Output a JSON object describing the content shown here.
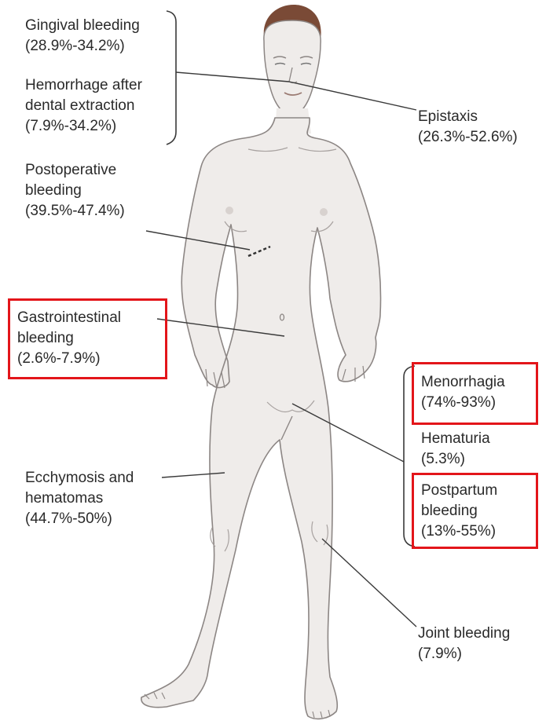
{
  "colors": {
    "skin": "#efecea",
    "outline": "#8c8684",
    "hair": "#7a4a36",
    "highlight": "#e3151a",
    "leader": "#3a3a3a"
  },
  "labels": {
    "gingival": {
      "line1": "Gingival bleeding",
      "line2": "(28.9%-34.2%)"
    },
    "dental": {
      "line1": "Hemorrhage after",
      "line2": "dental extraction",
      "line3": "(7.9%-34.2%)"
    },
    "epistaxis": {
      "line1": "Epistaxis",
      "line2": "(26.3%-52.6%)"
    },
    "postoperative": {
      "line1": "Postoperative",
      "line2": "bleeding",
      "line3": "(39.5%-47.4%)"
    },
    "gastrointestinal": {
      "line1": "Gastrointestinal",
      "line2": "bleeding",
      "line3": "(2.6%-7.9%)"
    },
    "menorrhagia": {
      "line1": "Menorrhagia",
      "line2": "(74%-93%)"
    },
    "hematuria": {
      "line1": "Hematuria",
      "line2": "(5.3%)"
    },
    "postpartum": {
      "line1": "Postpartum",
      "line2": "bleeding",
      "line3": "(13%-55%)"
    },
    "ecchymosis": {
      "line1": "Ecchymosis and",
      "line2": "hematomas",
      "line3": "(44.7%-50%)"
    },
    "joint": {
      "line1": "Joint bleeding",
      "line2": "(7.9%)"
    }
  },
  "highlighted": [
    "gastrointestinal",
    "menorrhagia",
    "postpartum"
  ]
}
